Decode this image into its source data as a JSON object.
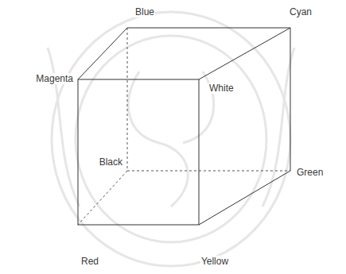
{
  "diagram": {
    "labels": [
      "Blue",
      "Cyan",
      "Magenta",
      "White",
      "Black",
      "Green",
      "Red",
      "Yellow"
    ]
  }
}
